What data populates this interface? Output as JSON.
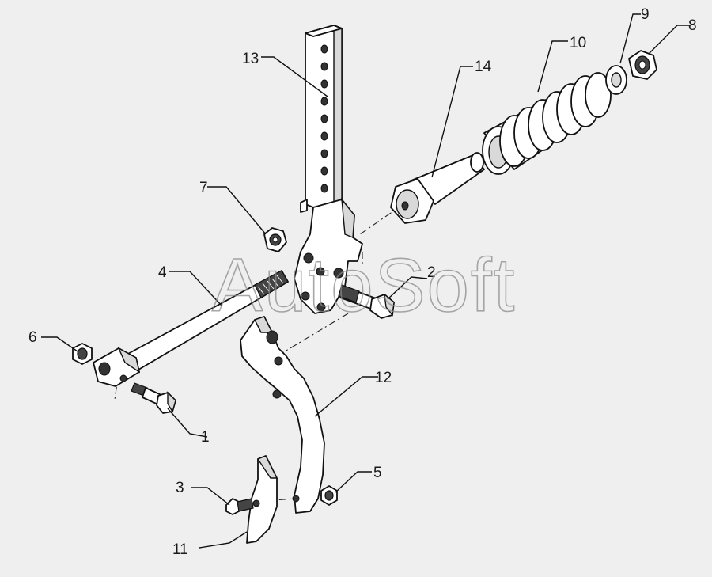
{
  "watermark": "AutoSoft",
  "callouts": [
    {
      "id": "1",
      "text": "1"
    },
    {
      "id": "2",
      "text": "2"
    },
    {
      "id": "3",
      "text": "3"
    },
    {
      "id": "4",
      "text": "4"
    },
    {
      "id": "5",
      "text": "5"
    },
    {
      "id": "6",
      "text": "6"
    },
    {
      "id": "7",
      "text": "7"
    },
    {
      "id": "8",
      "text": "8"
    },
    {
      "id": "9",
      "text": "9"
    },
    {
      "id": "10",
      "text": "10"
    },
    {
      "id": "11",
      "text": "11"
    },
    {
      "id": "12",
      "text": "12"
    },
    {
      "id": "13",
      "text": "13"
    },
    {
      "id": "14",
      "text": "14"
    }
  ]
}
